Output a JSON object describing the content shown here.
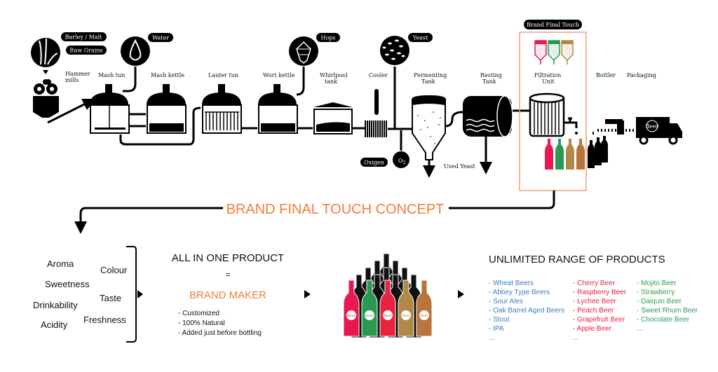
{
  "process": {
    "ingredients": {
      "barley": "Barley / Malt",
      "grains": "Raw Grains",
      "water": "Water",
      "hops": "Hops",
      "yeast": "Yeast",
      "oxygen": "Oxigen",
      "o2": "O",
      "o2_sub": "2"
    },
    "stages": {
      "hammer": [
        "Hammer",
        "mills"
      ],
      "mash_tun": "Mash tun",
      "mash_kettle": "Mash kettle",
      "lauter_tun": "Lauter tun",
      "wort_kettle": "Wort kettle",
      "whirlpool": [
        "Whirlpool",
        "tank"
      ],
      "cooler": "Cooler",
      "fermenting": [
        "Fermenting",
        "Tank"
      ],
      "resting": [
        "Resting",
        "Tank"
      ],
      "filtration": [
        "Filtration",
        "Unit"
      ],
      "bottler": "Bottler",
      "packaging": "Packaging",
      "used_yeast": "Used Yeast"
    },
    "brand_final_touch": "Brand Final Touch",
    "truck_logo": "Beer"
  },
  "concept": {
    "title": "BRAND FINAL TOUCH CONCEPT",
    "attributes": [
      "Aroma",
      "Colour",
      "Sweetness",
      "Taste",
      "Drinkability",
      "Freshness",
      "Acidity"
    ],
    "all_in_one": "ALL IN ONE PRODUCT",
    "equals": "=",
    "brand_maker": "BRAND MAKER",
    "features": [
      "- Customized",
      "- 100% Natural",
      "- Added just before bottling"
    ],
    "bottle_label": "Beer",
    "range_title": "UNLIMITED RANGE OF PRODUCTS",
    "columns": [
      {
        "color": "#3a7fc1",
        "items": [
          "- Wheat Beers",
          "- Abbey Type Beers",
          "- Sour Ales",
          "- Oak Barrel Aged Beers",
          "- Stout",
          "- IPA",
          "..."
        ]
      },
      {
        "color": "#e8243f",
        "items": [
          "- Cherry Beer",
          "- Raspberry Beer",
          "- Lychee Beer",
          "- Peach Beer",
          "- Grapefruit Beer",
          "- Apple Beer",
          "..."
        ]
      },
      {
        "color": "#2e9e4f",
        "items": [
          "- Mojito Beer",
          "- Strawberry",
          "- Daiquiri Beer",
          "- Sweet Rhum Beer",
          "- Chocolate Beer",
          "..."
        ]
      }
    ]
  },
  "colors": {
    "accent": "#f47b3c",
    "pink": "#e8174f",
    "green": "#2a9a52",
    "gold": "#b08a45",
    "copper": "#b8743a"
  }
}
